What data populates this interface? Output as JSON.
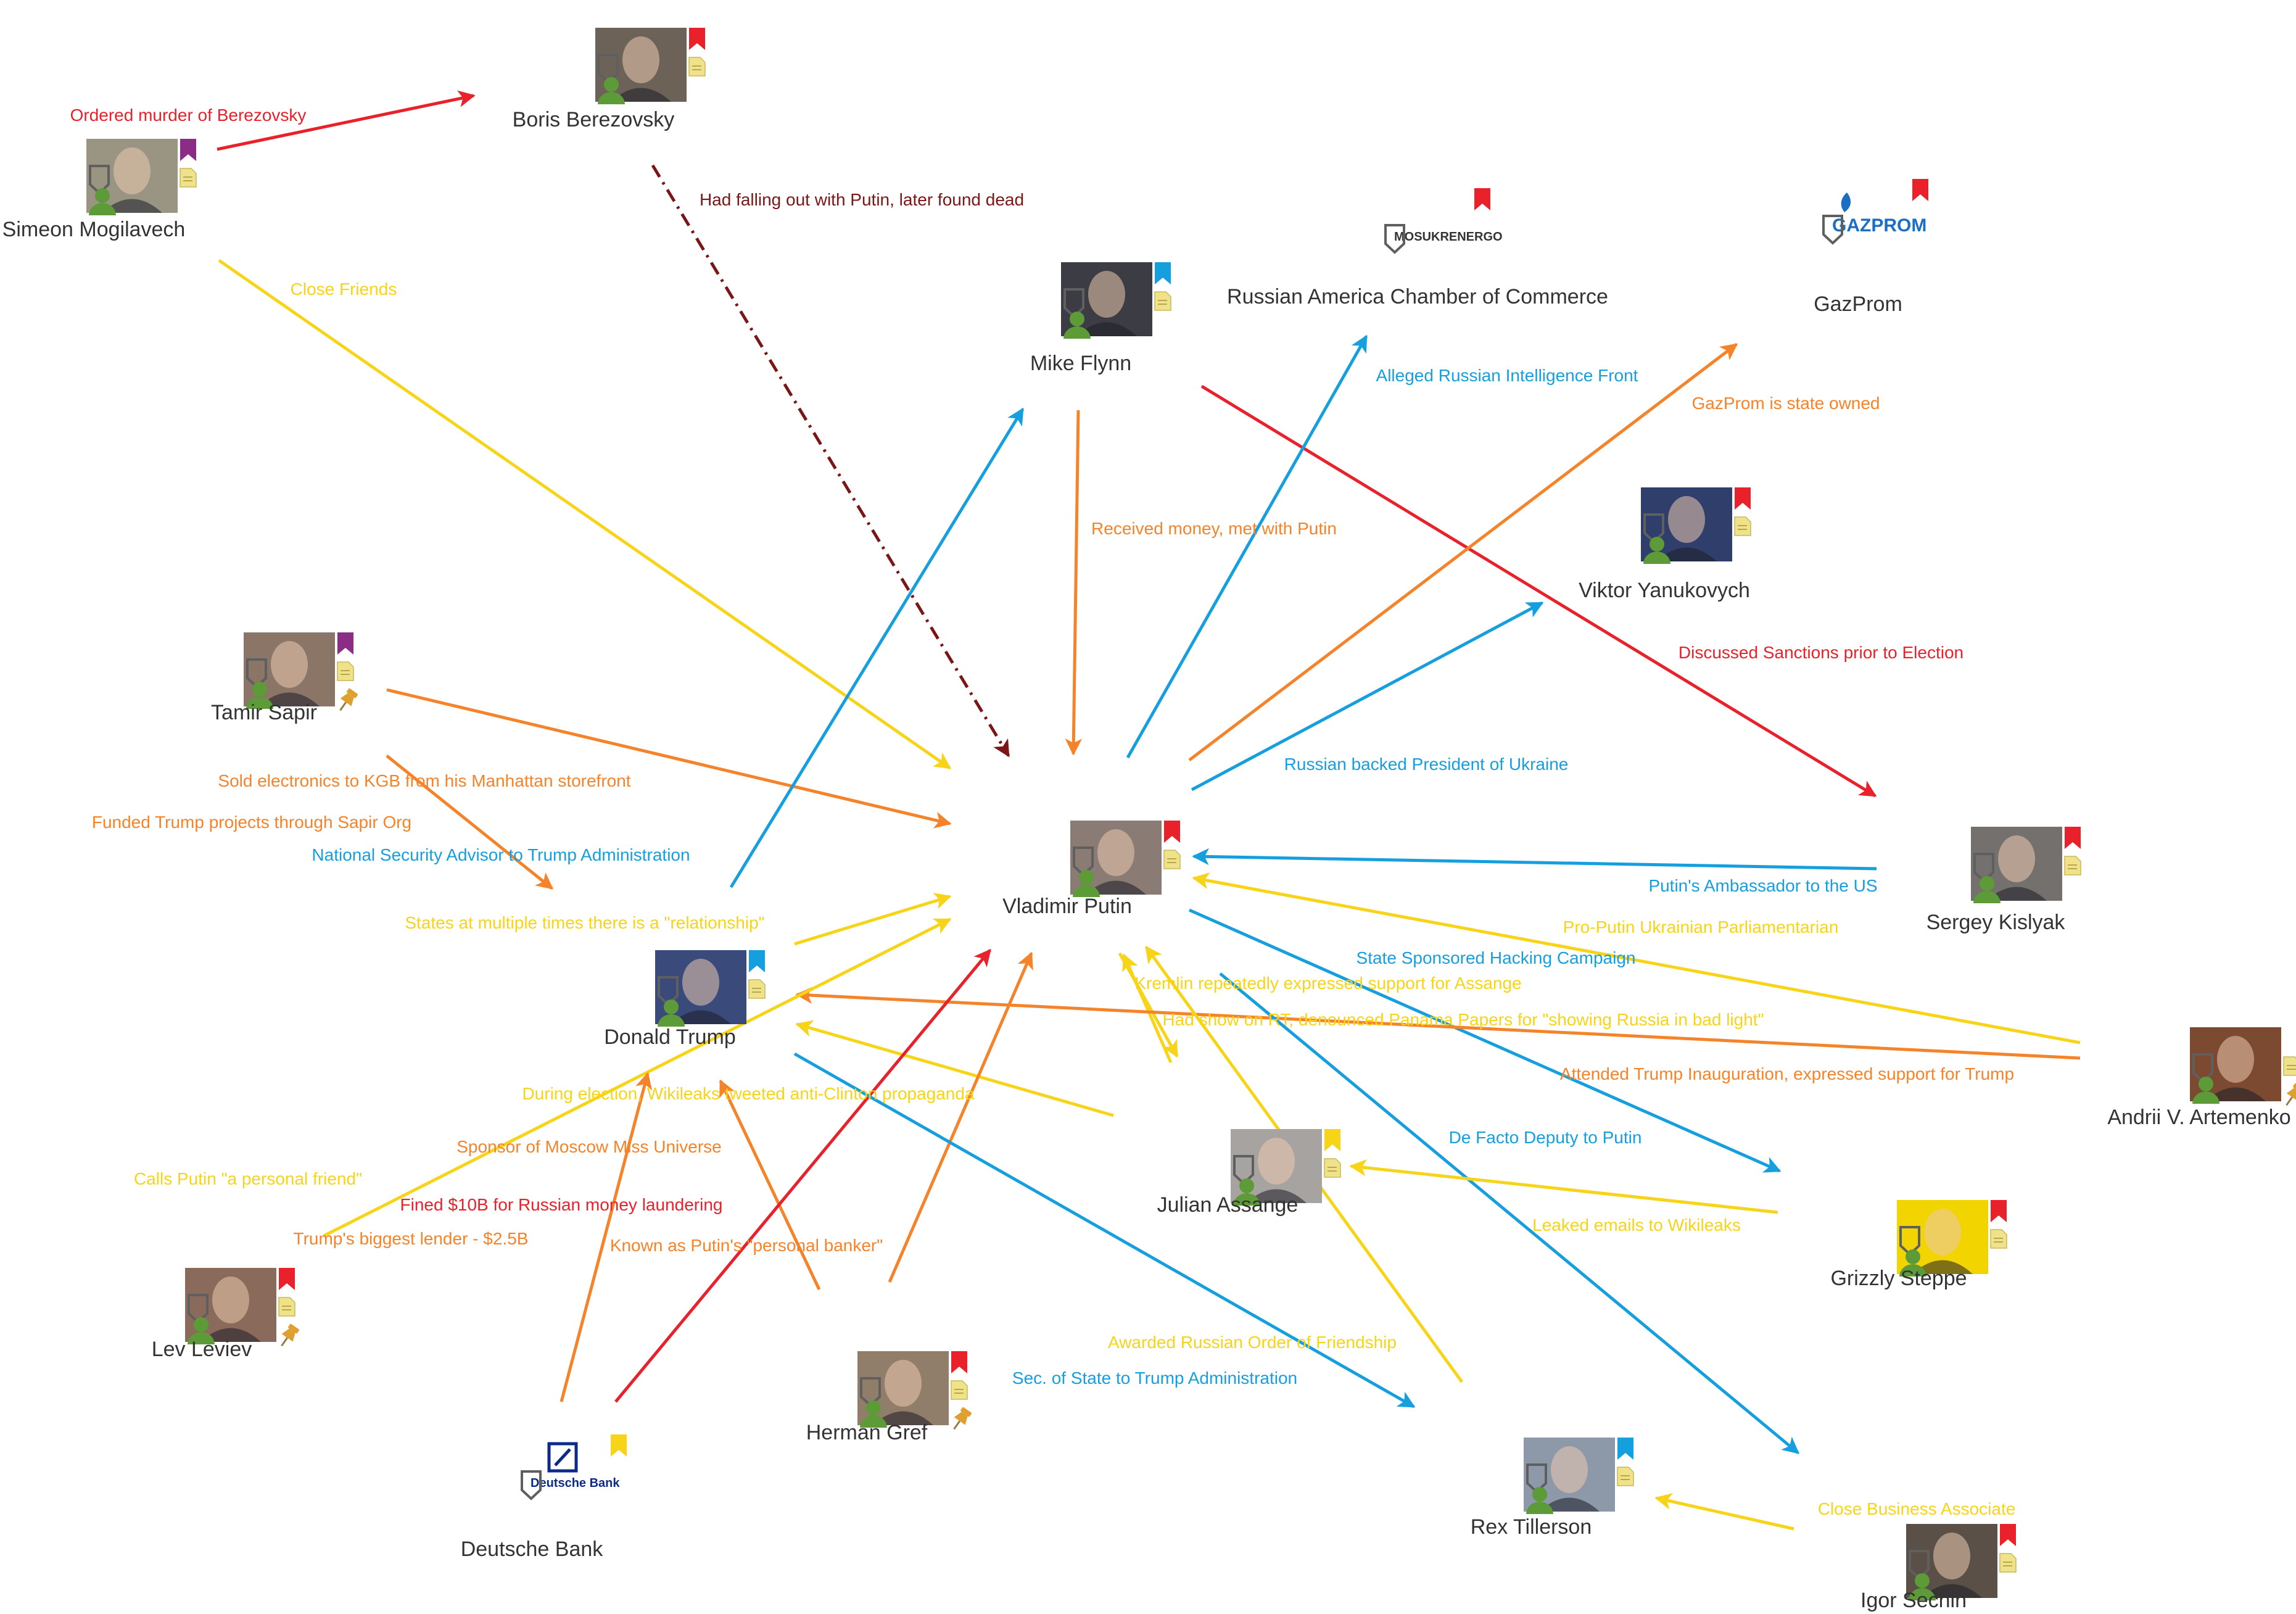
{
  "colors": {
    "red": "#e8212b",
    "orange": "#f5832a",
    "yellow": "#f7d417",
    "blue": "#169fde",
    "darkred": "#7a1616",
    "purple": "#8b2d86",
    "node_label": "#333333",
    "person_icon": "#5d9a38",
    "note": "#f0e28a",
    "pin": "#e0a030"
  },
  "nodes": [
    {
      "id": "putin",
      "label": "Vladimir Putin",
      "kind": "person",
      "flag": "red",
      "photo": "#8a7b74"
    },
    {
      "id": "berezovsky",
      "label": "Boris Berezovsky",
      "kind": "person",
      "flag": "red",
      "photo": "#6c6258"
    },
    {
      "id": "mogilavech",
      "label": "Simeon Mogilavech",
      "kind": "person",
      "flag": "purple",
      "photo": "#9a9583"
    },
    {
      "id": "flynn",
      "label": "Mike Flynn",
      "kind": "person",
      "flag": "blue",
      "photo": "#3c3c44"
    },
    {
      "id": "racc",
      "label": "Russian America Chamber of Commerce",
      "kind": "org",
      "flag": "red",
      "logo": "MOSUKRENERGO",
      "logo_color": "#333333"
    },
    {
      "id": "gazprom",
      "label": "GazProm",
      "kind": "org",
      "flag": "red",
      "logo": "GAZPROM",
      "logo_color": "#1a6fc4"
    },
    {
      "id": "yanukovych",
      "label": "Viktor Yanukovych",
      "kind": "person",
      "flag": "red",
      "photo": "#2f3e6a"
    },
    {
      "id": "sapir",
      "label": "Tamir Sapir",
      "kind": "person",
      "flag": "purple",
      "photo": "#8a7566",
      "pin": true
    },
    {
      "id": "kislyak",
      "label": "Sergey Kislyak",
      "kind": "person",
      "flag": "red",
      "photo": "#73706d"
    },
    {
      "id": "trump",
      "label": "Donald Trump",
      "kind": "person",
      "flag": "blue",
      "photo": "#3a4a7a"
    },
    {
      "id": "artemenko",
      "label": "Andrii V. Artemenko",
      "kind": "person",
      "flag": "none",
      "photo": "#7b4a30",
      "pin": true
    },
    {
      "id": "assange",
      "label": "Julian Assange",
      "kind": "person",
      "flag": "yellow",
      "photo": "#a6a3a0"
    },
    {
      "id": "grizzly",
      "label": "Grizzly Steppe",
      "kind": "person",
      "flag": "red",
      "photo": "#f2d400"
    },
    {
      "id": "leviev",
      "label": "Lev Leviev",
      "kind": "person",
      "flag": "red",
      "photo": "#8a6a5a",
      "pin": true
    },
    {
      "id": "gref",
      "label": "Herman Gref",
      "kind": "person",
      "flag": "red",
      "photo": "#907d6a",
      "pin": true
    },
    {
      "id": "deutsche",
      "label": "Deutsche Bank",
      "kind": "org",
      "flag": "yellow",
      "logo": "Deutsche Bank",
      "logo_color": "#0b2a8c"
    },
    {
      "id": "tillerson",
      "label": "Rex Tillerson",
      "kind": "person",
      "flag": "blue",
      "photo": "#8d98a8"
    },
    {
      "id": "sechin",
      "label": "Igor Sechin",
      "kind": "person",
      "flag": "red",
      "photo": "#5a5048"
    }
  ],
  "edges": [
    {
      "id": "e1",
      "from": "mogilavech",
      "to": "berezovsky",
      "label": "Ordered murder of Berezovsky",
      "color": "red"
    },
    {
      "id": "e2",
      "from": "berezovsky",
      "to": "putin",
      "label": "Had falling out with Putin, later found dead",
      "color": "darkred",
      "dashed": true
    },
    {
      "id": "e3",
      "from": "mogilavech",
      "to": "putin",
      "label": "Close Friends",
      "color": "yellow"
    },
    {
      "id": "e4",
      "from": "flynn",
      "to": "putin",
      "label": "Received money, met with Putin",
      "color": "orange"
    },
    {
      "id": "e5",
      "from": "flynn",
      "to": "kislyak",
      "label": "Discussed Sanctions prior to Election",
      "color": "red"
    },
    {
      "id": "e6",
      "from": "putin",
      "to": "racc",
      "label": "Alleged Russian Intelligence Front",
      "color": "blue"
    },
    {
      "id": "e7",
      "from": "putin",
      "to": "gazprom",
      "label": "GazProm is state owned",
      "color": "orange"
    },
    {
      "id": "e8",
      "from": "putin",
      "to": "yanukovych",
      "label": "Russian backed President of Ukraine",
      "color": "blue"
    },
    {
      "id": "e9",
      "from": "sapir",
      "to": "putin",
      "label": "Sold electronics to KGB from his Manhattan storefront",
      "color": "orange"
    },
    {
      "id": "e10",
      "from": "sapir",
      "to": "trump",
      "label": "Funded Trump projects through Sapir Org",
      "color": "orange"
    },
    {
      "id": "e11",
      "from": "trump",
      "to": "flynn",
      "label": "National Security Advisor to Trump Administration",
      "color": "blue"
    },
    {
      "id": "e12",
      "from": "trump",
      "to": "putin",
      "label": "States at multiple times there is a \"relationship\"",
      "color": "yellow"
    },
    {
      "id": "e13",
      "from": "kislyak",
      "to": "putin",
      "label": "Putin's Ambassador to the US",
      "color": "blue"
    },
    {
      "id": "e14",
      "from": "artemenko",
      "to": "putin",
      "label": "Pro-Putin Ukrainian Parliamentarian",
      "color": "yellow"
    },
    {
      "id": "e15",
      "from": "putin",
      "to": "grizzly",
      "label": "State Sponsored Hacking Campaign",
      "color": "blue"
    },
    {
      "id": "e16",
      "from": "putin",
      "to": "assange",
      "label": "Kremlin repeatedly expressed support for Assange",
      "color": "yellow"
    },
    {
      "id": "e17",
      "from": "assange",
      "to": "putin",
      "label": "Had show on RT, denounced Panama Papers for \"showing Russia in bad light\"",
      "color": "yellow"
    },
    {
      "id": "e18",
      "from": "artemenko",
      "to": "trump",
      "label": "Attended Trump Inauguration, expressed support for Trump",
      "color": "orange"
    },
    {
      "id": "e19",
      "from": "putin",
      "to": "sechin",
      "label": "De Facto Deputy to Putin",
      "color": "blue"
    },
    {
      "id": "e20",
      "from": "assange",
      "to": "trump",
      "label": "During election, Wikileaks tweeted anti-Clinton propaganda",
      "color": "yellow"
    },
    {
      "id": "e21",
      "from": "gref",
      "to": "trump",
      "label": "Sponsor of Moscow Miss Universe",
      "color": "orange"
    },
    {
      "id": "e22",
      "from": "leviev",
      "to": "putin",
      "label": "Calls Putin \"a personal friend\"",
      "color": "yellow"
    },
    {
      "id": "e23",
      "from": "deutsche",
      "to": "putin",
      "label": "Fined $10B for Russian money laundering",
      "color": "red"
    },
    {
      "id": "e24",
      "from": "deutsche",
      "to": "trump",
      "label": "Trump's biggest lender - $2.5B",
      "color": "orange"
    },
    {
      "id": "e25",
      "from": "gref",
      "to": "putin",
      "label": "Known as Putin's \"personal banker\"",
      "color": "orange"
    },
    {
      "id": "e26",
      "from": "grizzly",
      "to": "assange",
      "label": "Leaked emails to Wikileaks",
      "color": "yellow"
    },
    {
      "id": "e27",
      "from": "tillerson",
      "to": "putin",
      "label": "Awarded Russian Order of Friendship",
      "color": "yellow"
    },
    {
      "id": "e28",
      "from": "trump",
      "to": "tillerson",
      "label": "Sec. of State to Trump Administration",
      "color": "blue"
    },
    {
      "id": "e29",
      "from": "sechin",
      "to": "tillerson",
      "label": "Close Business Associate",
      "color": "yellow"
    }
  ]
}
